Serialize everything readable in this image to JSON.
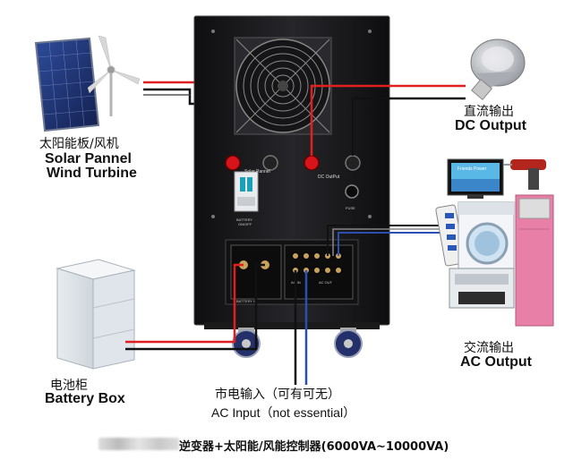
{
  "labels": {
    "solar_zh": "太阳能板/风机",
    "solar_en1": "Solar Pannel",
    "solar_en2": "Wind Turbine",
    "dc_zh": "直流输出",
    "dc_en": "DC Output",
    "ac_out_zh": "交流输出",
    "ac_out_en": "AC Output",
    "battery_zh": "电池柜",
    "battery_en": "Battery Box",
    "acin_zh": "市电输入（可有可无）",
    "acin_en": "AC Input（not essential）",
    "footer": "逆变器+太阳能/风能控制器(6000VA~10000VA)"
  },
  "panel_text": {
    "solar_pannel": "Solar Pannel",
    "dc_output": "DC OutPut",
    "battery_onoff": "BATTERY\nON/OFF",
    "fuse": "FUSE",
    "battery_in": "BATTERY IN",
    "ac_out": "AC OUT",
    "ac_in": "AC IN",
    "tv_brand": "Friends Power"
  },
  "colors": {
    "cable_red": "#e02020",
    "cable_blue": "#2a4fb0",
    "cable_black": "#111111",
    "inverter_body": "#1e1e20",
    "panel_blue": "#1c2f6e",
    "fridge_pink": "#e87fa6"
  }
}
